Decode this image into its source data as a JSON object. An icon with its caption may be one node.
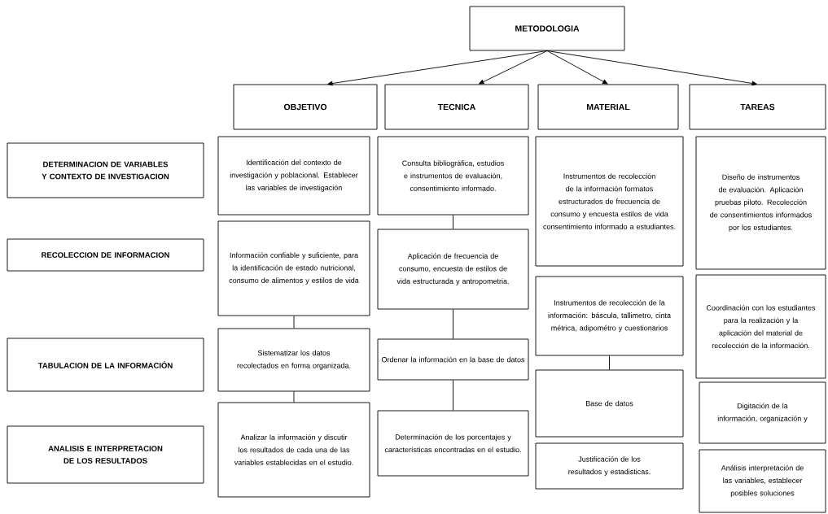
{
  "diagram": {
    "nodes": [
      {
        "text": [
          "METODOLOGIA"
        ]
      },
      {
        "text": [
          "OBJETIVO"
        ]
      },
      {
        "text": [
          "TECNICA"
        ]
      },
      {
        "text": [
          "MATERIAL"
        ]
      },
      {
        "text": [
          "TAREAS"
        ]
      },
      {
        "text": [
          "DETERMINACION DE VARIABLES Y CONTEXTO DE INVESTIGACION"
        ]
      },
      {
        "text": [
          "RECOLECCION DE INFORMACION"
        ]
      },
      {
        "text": [
          "TABULACION DE LA INFORMACIÓN"
        ]
      },
      {
        "text": [
          "ANALISIS E INTERPRETACION DE LOS RESULTADOS"
        ]
      },
      {
        "text": [
          "Identificación del contexto de investigación y poblacional. Establecer las variables de investigación"
        ]
      },
      {
        "text": [
          "Información confiable y suficiente, para la identificación de estado nutricional, consumo de alimentos y estilos de vida"
        ]
      },
      {
        "text": [
          "Sistematizar los datos recolectados en forma organizada."
        ]
      },
      {
        "text": [
          "Analizar la información y discutir los resultados de cada una de las variables establecidas en el estudio."
        ]
      },
      {
        "text": [
          "Consulta bibliográfica, estudios e instrumentos de evaluación, consentimiento informado."
        ]
      },
      {
        "text": [
          "Aplicación de frecuencia de consumo, encuesta de estilos de vida estructurada y antropometria."
        ]
      },
      {
        "text": [
          "Ordenar la información en la base de datos"
        ]
      },
      {
        "text": [
          "Determinación de los porcentajes y características encontradas en el estudio."
        ]
      },
      {
        "text": [
          "Instrumentos de recolección de la información formatos estructurados de frecuencia de consumo y encuesta estilos de vida consentimiento informado a estudiantes."
        ]
      },
      {
        "text": [
          "Instrumentos de recolección de la información: báscula, tallimetro, cinta métrica, adipométro y cuestionarios"
        ]
      },
      {
        "text": [
          "Base de datos"
        ]
      },
      {
        "text": [
          "Justificación de los resultados y estadisticas."
        ]
      },
      {
        "text": [
          "Diseño de instrumentos de evaluación. Aplicación pruebas piloto. Recolección de consentimientos informados por los estudiantes."
        ]
      },
      {
        "text": [
          "Coordinación con los estudiantes para la realización y la aplicación del material de recolección de la información."
        ]
      },
      {
        "text": [
          "Digitación de la información, organización y"
        ]
      },
      {
        "text": [
          "Análisis interpretación de las variables, establecer posibles soluciones"
        ]
      }
    ],
    "edges": [
      {
        "from": 0,
        "to": 1,
        "arrow": "to"
      },
      {
        "from": 0,
        "to": 2,
        "arrow": "to"
      },
      {
        "from": 0,
        "to": 3,
        "arrow": "to"
      },
      {
        "from": 0,
        "to": 4,
        "arrow": "to"
      },
      {
        "from": 10,
        "to": 11,
        "arrow": "none"
      },
      {
        "from": 11,
        "to": 12,
        "arrow": "none"
      },
      {
        "from": 13,
        "to": 14,
        "arrow": "none"
      },
      {
        "from": 14,
        "to": 15,
        "arrow": "none"
      },
      {
        "from": 15,
        "to": 16,
        "arrow": "none"
      },
      {
        "from": 18,
        "to": 19,
        "arrow": "none"
      }
    ]
  }
}
